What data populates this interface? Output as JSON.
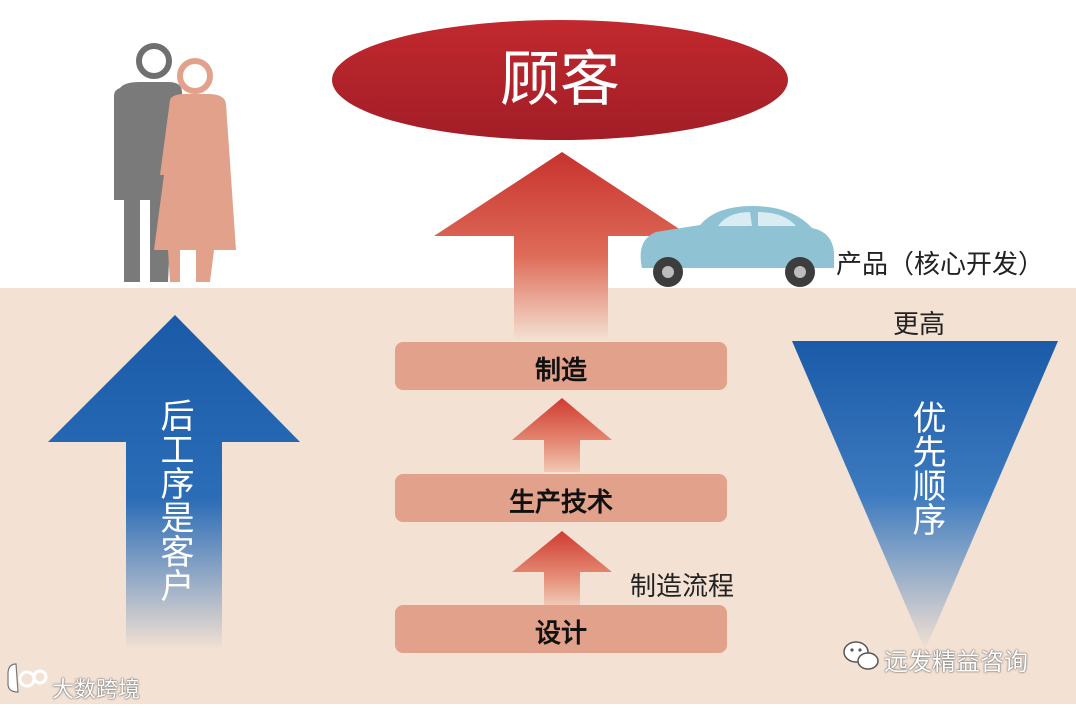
{
  "title": "顾客",
  "product_label": "产品（核心开发）",
  "priority": {
    "top_label": "更高",
    "label": "优先顺序"
  },
  "left_arrow_label": "后工序是客户",
  "stages": {
    "manufacturing": "制造",
    "production_tech": "生产技术",
    "design": "设计"
  },
  "process_label": "制造流程",
  "watermarks": {
    "left": "大数跨境",
    "right": "远发精益咨询"
  },
  "colors": {
    "customer_ellipse": "#b5252d",
    "floor": "#f3e1d3",
    "stage_bar": "#e2a18a",
    "blue_arrow": "#1f62ad",
    "car": "#8fc3d3"
  },
  "icons": {
    "people": "couple-icon",
    "car": "car-icon",
    "wechat": "wechat-icon",
    "logo": "dashuju-logo-icon"
  }
}
